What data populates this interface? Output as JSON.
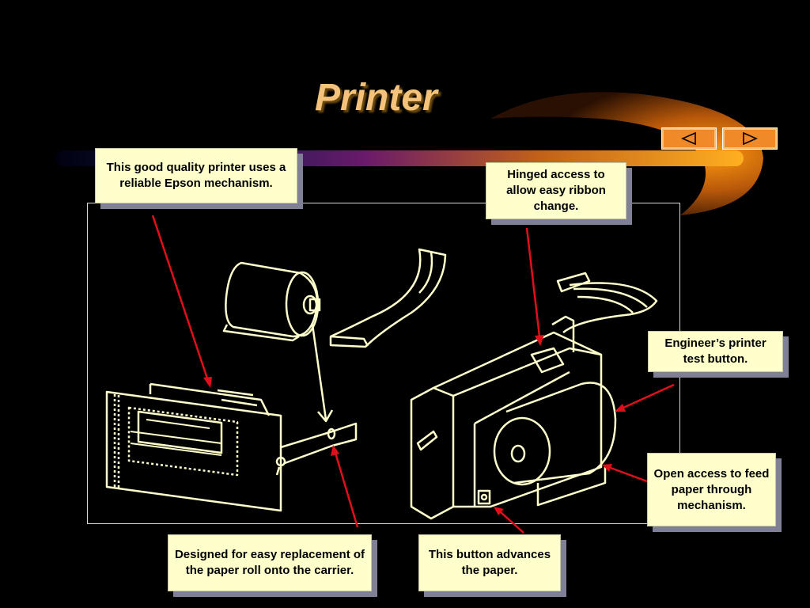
{
  "title": "Printer",
  "nav": {
    "prev_icon": "triangle-left-icon",
    "next_icon": "triangle-right-icon"
  },
  "callouts": {
    "quality": "This good quality printer uses a reliable Epson mechanism.",
    "hinged": "Hinged access to allow easy ribbon change.",
    "engineer": "Engineer’s printer test button.",
    "open_access": "Open access to feed paper through mechanism.",
    "replacement": "Designed for easy replacement of the paper roll onto the carrier.",
    "advance": "This button advances the paper."
  },
  "colors": {
    "background": "#000000",
    "title": "#f4c27a",
    "callout_fill": "#ffffcc",
    "callout_shadow": "#7f7f96",
    "line_art": "#ffffcc",
    "arrow": "#e0101a",
    "nav_button": "#f08a28"
  }
}
